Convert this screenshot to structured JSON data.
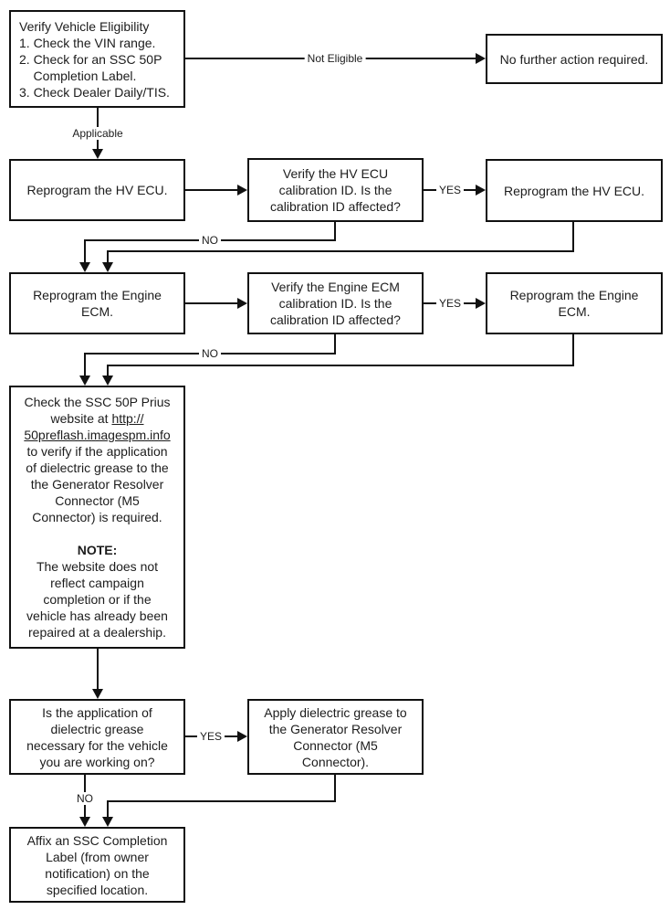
{
  "boxes": {
    "verify_eligibility": {
      "text": "Verify Vehicle Eligibility\n1. Check the VIN range.\n2. Check for an SSC 50P\n    Completion Label.\n3. Check Dealer Daily/TIS."
    },
    "no_further_action": {
      "text": "No further action required."
    },
    "reprogram_hv_ecu_first": {
      "text": "Reprogram the HV ECU."
    },
    "verify_hv_ecu": {
      "text": "Verify the HV ECU\ncalibration ID. Is the\ncalibration ID affected?"
    },
    "reprogram_hv_ecu_again": {
      "text": "Reprogram the HV ECU."
    },
    "reprogram_engine_ecm_first": {
      "text": "Reprogram the Engine\nECM."
    },
    "verify_engine_ecm": {
      "text": "Verify the Engine ECM\ncalibration ID. Is the\ncalibration ID affected?"
    },
    "reprogram_engine_ecm_again": {
      "text": "Reprogram the Engine\nECM."
    },
    "check_website": {
      "l1": "Check the SSC 50P Prius",
      "l2a": "website at ",
      "l2b": "http://",
      "l3": "50preflash.imagespm.info",
      "l4": "to verify if the application",
      "l5": "of dielectric grease to the",
      "l6": "the Generator Resolver",
      "l7": "Connector (M5",
      "l8": "Connector) is required.",
      "note_label": "NOTE:",
      "note_text": "The website does not\nreflect campaign\ncompletion or if the\nvehicle has already been\nrepaired at a dealership."
    },
    "grease_question": {
      "text": "Is the application of\ndielectric grease\nnecessary for the vehicle\nyou are working on?"
    },
    "apply_grease": {
      "text": "Apply dielectric grease to\nthe Generator Resolver\nConnector (M5\nConnector)."
    },
    "affix_label": {
      "text": "Affix an SSC Completion\nLabel (from owner\nnotification) on the\nspecified location."
    }
  },
  "connector_labels": {
    "not_eligible": "Not Eligible",
    "applicable": "Applicable",
    "yes_hv": "YES",
    "no_hv": "NO",
    "yes_engine": "YES",
    "no_engine": "NO",
    "yes_grease": "YES",
    "no_grease": "NO"
  },
  "colors": {
    "line": "#111111",
    "text": "#1c1c1c",
    "background": "#ffffff"
  }
}
